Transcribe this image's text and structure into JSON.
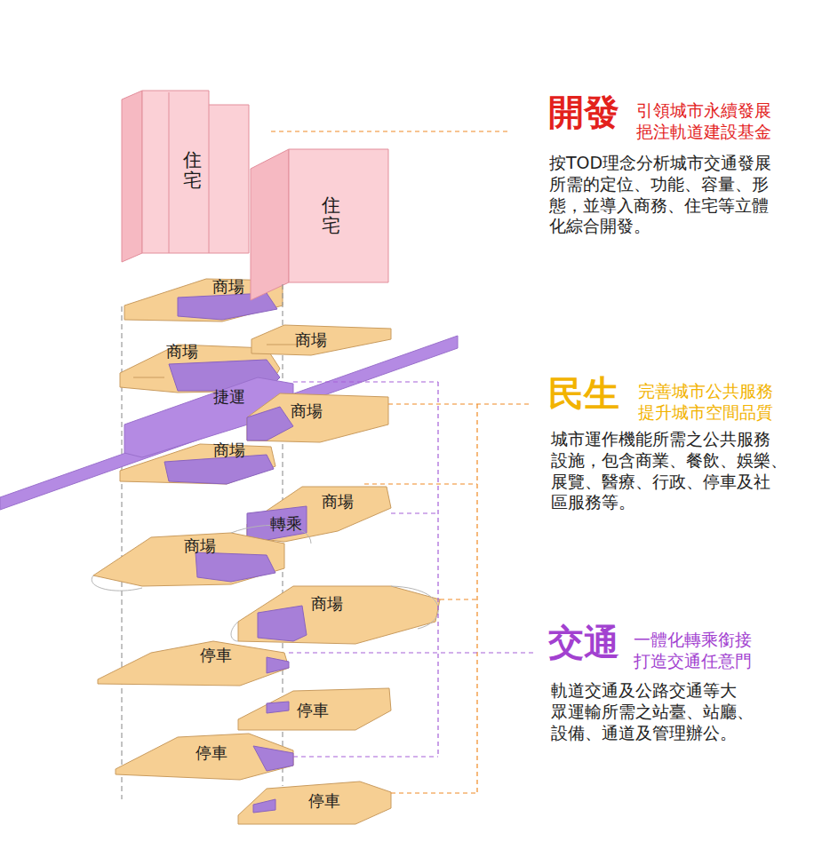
{
  "diagram": {
    "nodes": [
      {
        "text": [
          "住宅"
        ]
      },
      {
        "text": [
          "住宅"
        ]
      },
      {
        "text": [
          "商場"
        ]
      },
      {
        "text": [
          "商場"
        ]
      },
      {
        "text": [
          "商場"
        ]
      },
      {
        "text": [
          "捷運"
        ]
      },
      {
        "text": [
          "商場"
        ]
      },
      {
        "text": [
          "商場"
        ]
      },
      {
        "text": [
          "商場",
          "轉乘"
        ]
      },
      {
        "text": [
          "商場"
        ]
      },
      {
        "text": [
          "商場"
        ]
      },
      {
        "text": [
          "停車"
        ]
      },
      {
        "text": [
          "停車"
        ]
      },
      {
        "text": [
          "停車"
        ]
      },
      {
        "text": [
          "停車"
        ]
      }
    ],
    "labels": [
      "開發",
      "引領城市永續發展 挹注軌道建設基金",
      "按TOD理念分析城市交通發展 所需的定位、功能、容量、形 態，並導入商務、住宅等立體 化綜合開發。",
      "民生",
      "完善城市公共服務 提升城市空間品質",
      "城市運作機能所需之公共服務 設施，包含商業、餐飲、娛樂、 展覽、醫療、行政、停車及社 區服務等。",
      "交通",
      "一體化轉乘銜接 打造交通任意門",
      "軌道交通及公路交通等大 眾運輸所需之站臺、站廳、 設備、通道及管理辦公。"
    ]
  }
}
